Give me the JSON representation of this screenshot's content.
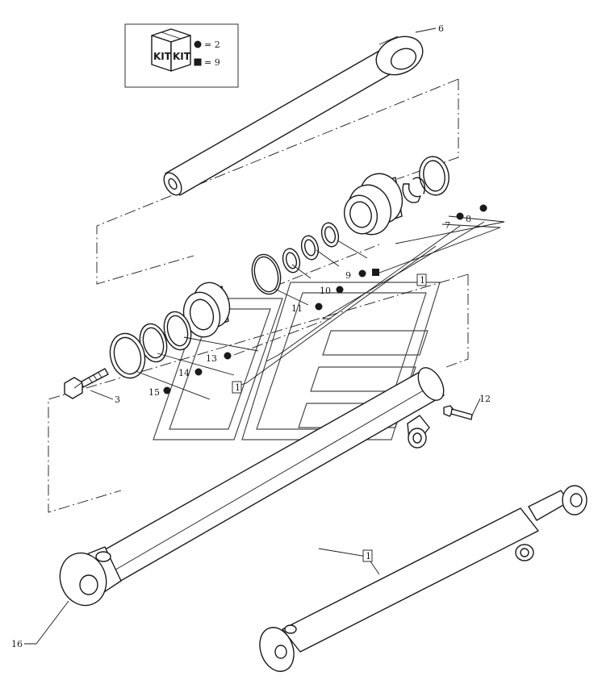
{
  "legend": {
    "kit_word_front": "KIT",
    "kit_word_side": "KIT",
    "circle_eq": "= 2",
    "square_eq": "= 9"
  },
  "callouts": {
    "c6": "6",
    "c8": "8",
    "c7": "7",
    "c9": "9",
    "c10": "10",
    "c11": "11",
    "c13": "13",
    "c14": "14",
    "c15": "15",
    "c3": "3",
    "c12": "12",
    "c16": "16"
  },
  "kit_ref_boxes": {
    "box_a": "1",
    "box_b": "1",
    "box_c": "1"
  },
  "colors": {
    "ink": "#1a1a1a",
    "background": "#ffffff",
    "watermark": "#4a4a4a"
  }
}
